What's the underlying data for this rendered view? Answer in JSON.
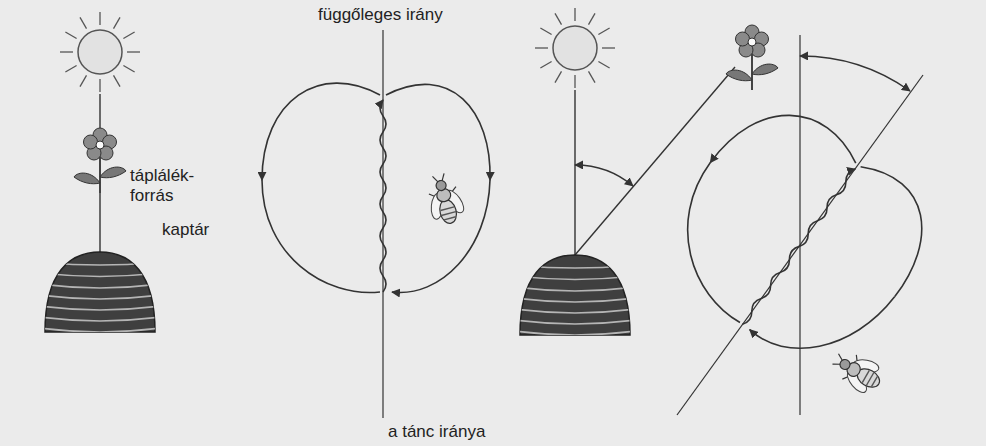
{
  "diagram": {
    "labels": [
      "függőleges irány",
      "táplálék- forrás",
      "kaptár",
      "a tánc iránya"
    ]
  }
}
